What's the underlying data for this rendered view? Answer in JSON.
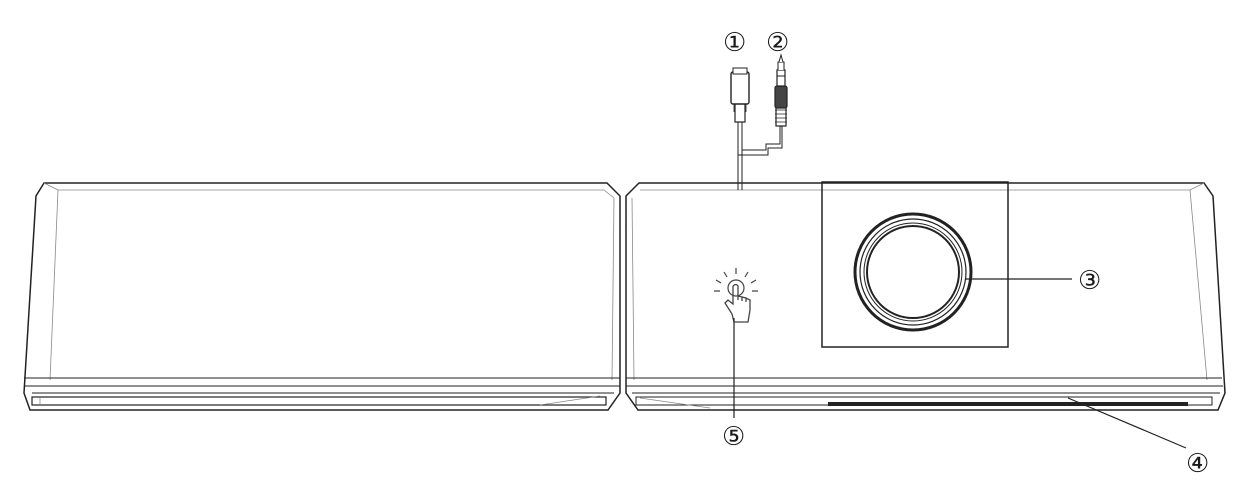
{
  "callouts": [
    {
      "id": "1",
      "label": "①"
    },
    {
      "id": "2",
      "label": "②"
    },
    {
      "id": "3",
      "label": "③"
    },
    {
      "id": "4",
      "label": "④"
    },
    {
      "id": "5",
      "label": "⑤"
    }
  ],
  "icons": {
    "usb_plug": "usb-plug-icon",
    "audio_plug": "audio-jack-icon",
    "camera_lens": "camera-lens-icon",
    "touch": "touch-hand-icon"
  },
  "colors": {
    "stroke": "#222222",
    "background": "#ffffff"
  }
}
